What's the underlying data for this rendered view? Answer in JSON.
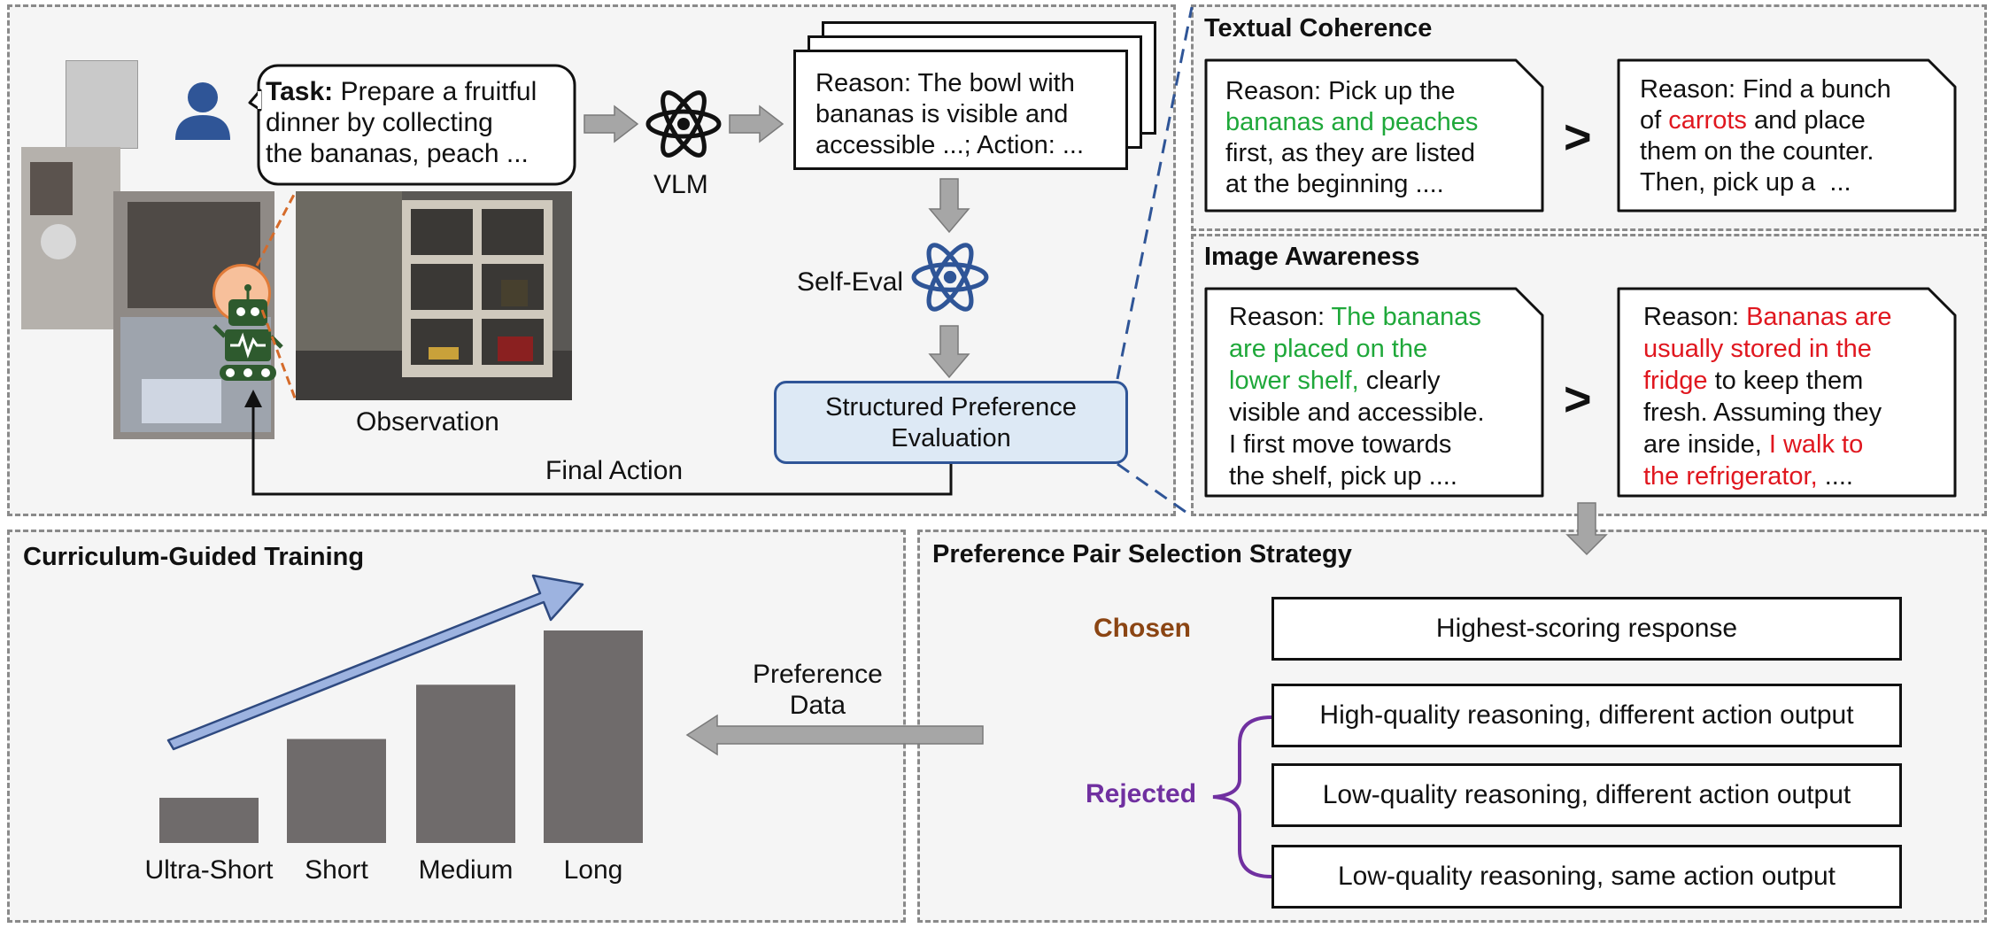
{
  "top_left": {
    "task_label": "Task:",
    "task_lines": [
      "Prepare a fruitful",
      "dinner by collecting",
      "the bananas, peach ..."
    ],
    "vlm_label": "VLM",
    "reason_lines": [
      "Reason: The bowl with",
      "bananas is visible and",
      "accessible ...; Action: ..."
    ],
    "observation_label": "Observation",
    "self_eval_label": "Self-Eval",
    "structured_lines": [
      "Structured Preference",
      "Evaluation"
    ],
    "final_action_label": "Final Action"
  },
  "textual_coherence": {
    "title": "Textual Coherence",
    "left": {
      "l1": "Reason: Pick up the",
      "l2_green": "bananas and peaches",
      "l3": "first, as they are listed",
      "l4": "at the beginning ...."
    },
    "right": {
      "l1": "Reason: Find a bunch",
      "l2_pre": "of ",
      "l2_red": "carrots",
      "l2_post": " and place",
      "l3": "them on the counter.",
      "l4": "Then, pick up a  ..."
    },
    "compare": ">"
  },
  "image_awareness": {
    "title": "Image Awareness",
    "left": {
      "l1_pre": "Reason: ",
      "l1_green": "The bananas",
      "l2_green": "are placed on the",
      "l3_green": "lower shelf,",
      "l3_post": " clearly",
      "l4": "visible and accessible.",
      "l5": "I first move towards",
      "l6": "the shelf, pick up ...."
    },
    "right": {
      "l1_pre": "Reason: ",
      "l1_red": "Bananas are",
      "l2_red": "usually stored in the",
      "l3_red": "fridge",
      "l3_post": " to keep them",
      "l4": "fresh. Assuming they",
      "l5_pre": "are inside, ",
      "l5_red": "I walk to",
      "l6_red": "the refrigerator,",
      "l6_post": " ...."
    },
    "compare": ">"
  },
  "curriculum": {
    "title": "Curriculum-Guided Training",
    "preference_lines": [
      "Preference",
      "Data"
    ]
  },
  "chart_data": {
    "type": "bar",
    "categories": [
      "Ultra-Short",
      "Short",
      "Medium",
      "Long"
    ],
    "values": [
      1,
      2.3,
      3.5,
      4.7
    ],
    "title": "",
    "xlabel": "",
    "ylabel": ""
  },
  "selection": {
    "title": "Preference Pair Selection Strategy",
    "chosen_label": "Chosen",
    "chosen_item": "Highest-scoring response",
    "rejected_label": "Rejected",
    "rejected_items": [
      "High-quality reasoning, different action output",
      "Low-quality reasoning, different action output",
      "Low-quality reasoning, same action output"
    ]
  },
  "colors": {
    "panel_bg": "#f5f5f5",
    "panel_border": "#8a8a8a",
    "green_text": "#1fa83a",
    "red_text": "#e0171f",
    "chosen": "#8b4513",
    "rejected": "#7030a0",
    "bar": "#6f6b6b",
    "curriculum_arrow": "#9db3e0",
    "eval_box": "#dde9f5",
    "icon_blue": "#2f5597"
  }
}
